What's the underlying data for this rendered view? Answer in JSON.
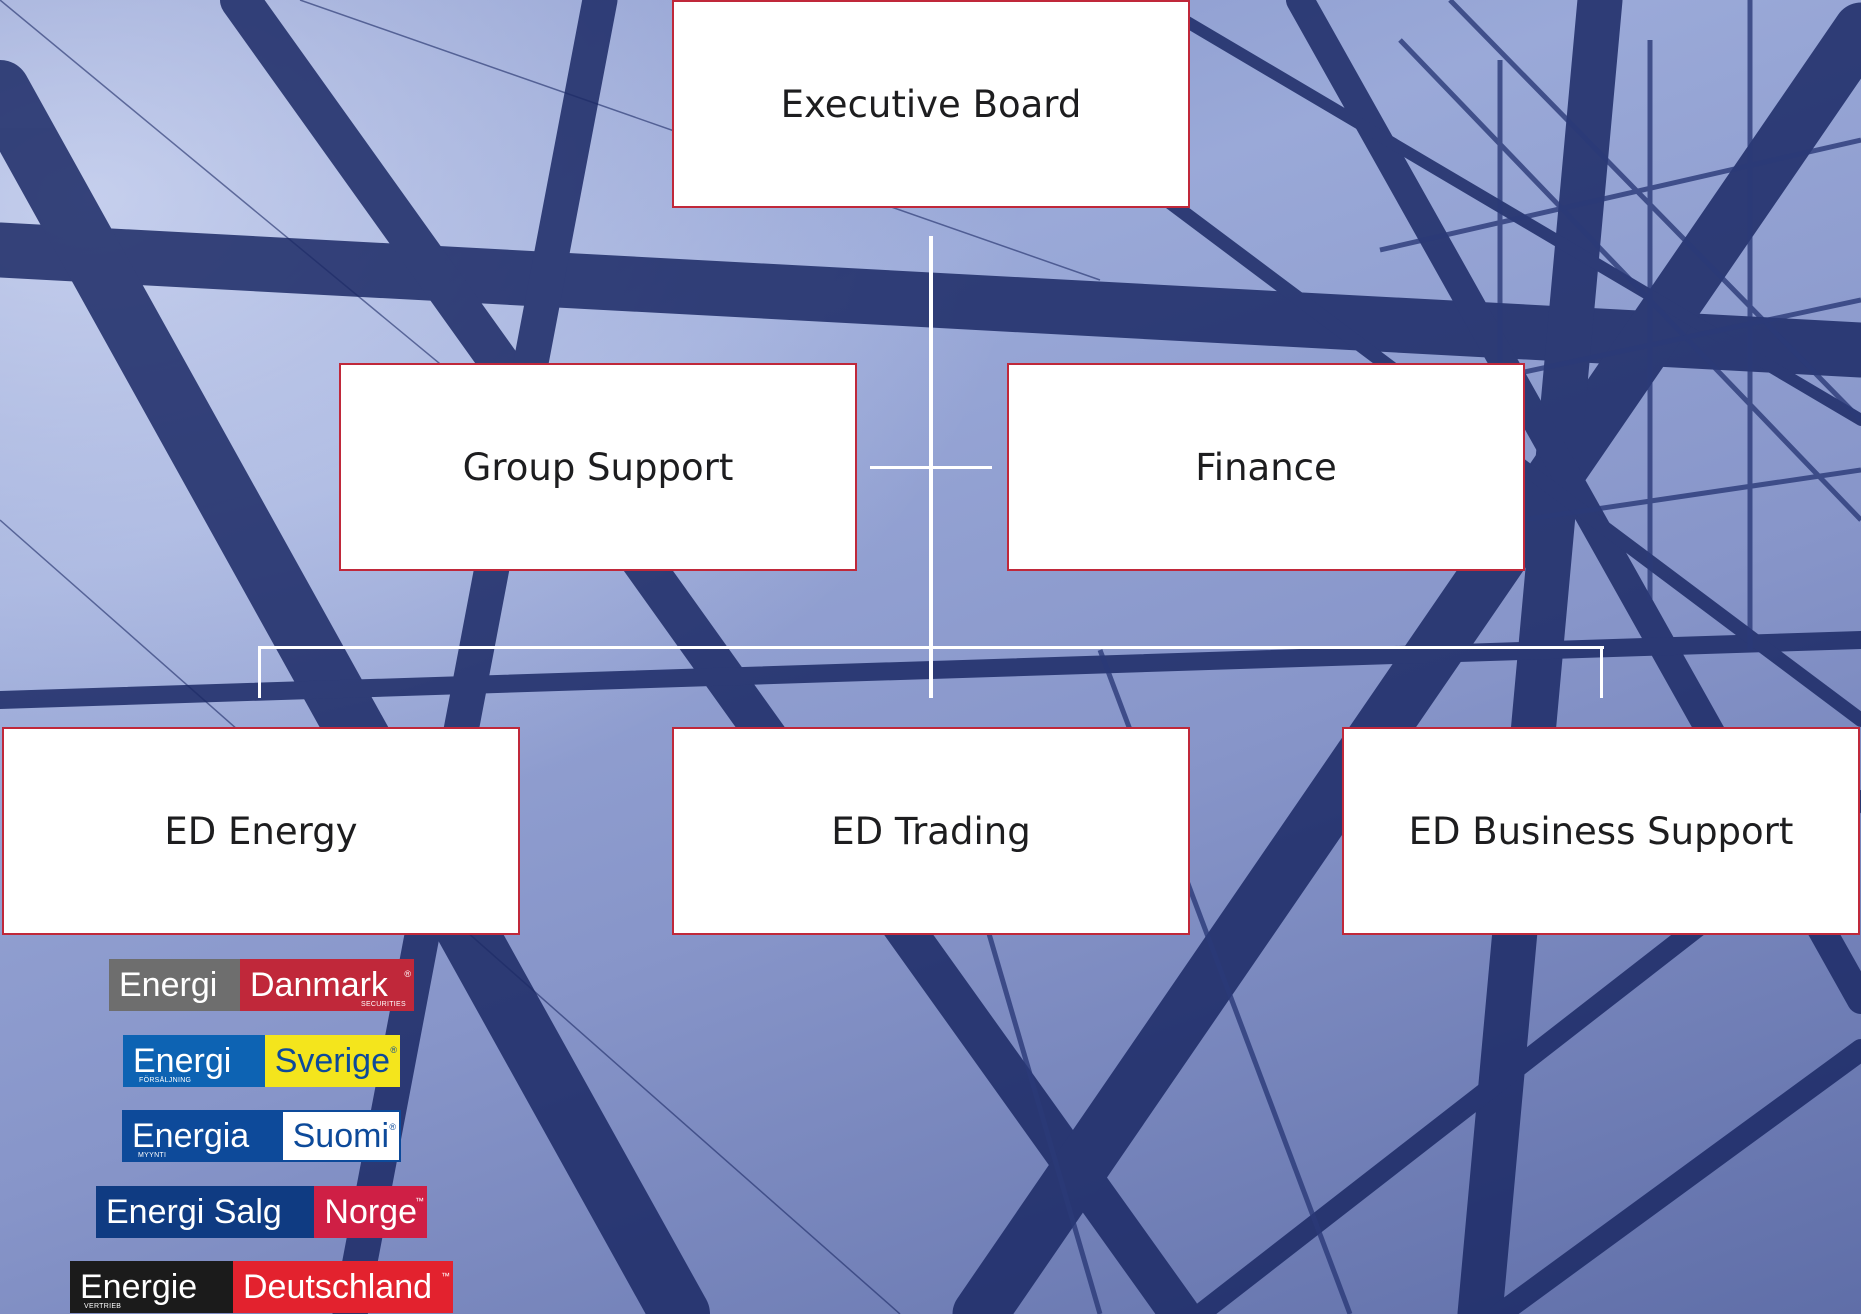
{
  "org_chart": {
    "top": {
      "label": "Executive Board"
    },
    "staff": [
      {
        "label": "Group Support"
      },
      {
        "label": "Finance"
      }
    ],
    "divisions": [
      {
        "label": "ED Energy"
      },
      {
        "label": "ED Trading"
      },
      {
        "label": "ED Business Support"
      }
    ]
  },
  "brands": [
    {
      "left": "Energi",
      "right": "Danmark",
      "mark": "®",
      "sub": "SECURITIES",
      "left_bg": "#6e6e6e",
      "right_bg": "#c0283a",
      "right_fg": "#ffffff"
    },
    {
      "left": "Energi",
      "right": "Sverige",
      "mark": "®",
      "sub": "FÖRSÄLJNING",
      "left_bg": "#0d63b3",
      "right_bg": "#f4e51c",
      "right_fg": "#0d4a9a"
    },
    {
      "left": "Energia",
      "right": "Suomi",
      "mark": "®",
      "sub": "MYYNTI",
      "left_bg": "#0d4a9a",
      "right_bg": "#ffffff",
      "right_fg": "#0d4a9a"
    },
    {
      "left": "Energi Salg",
      "right": "Norge",
      "mark": "™",
      "sub": "",
      "left_bg": "#0f3b82",
      "right_bg": "#cf1f45",
      "right_fg": "#ffffff"
    },
    {
      "left": "Energie",
      "right": "Deutschland",
      "mark": "™",
      "sub": "VERTRIEB",
      "left_bg": "#1b1b1b",
      "right_bg": "#e3222e",
      "right_fg": "#ffffff"
    }
  ],
  "colors": {
    "box_border": "#c0283a",
    "connector": "#ffffff",
    "box_text": "#1d1d1f"
  }
}
